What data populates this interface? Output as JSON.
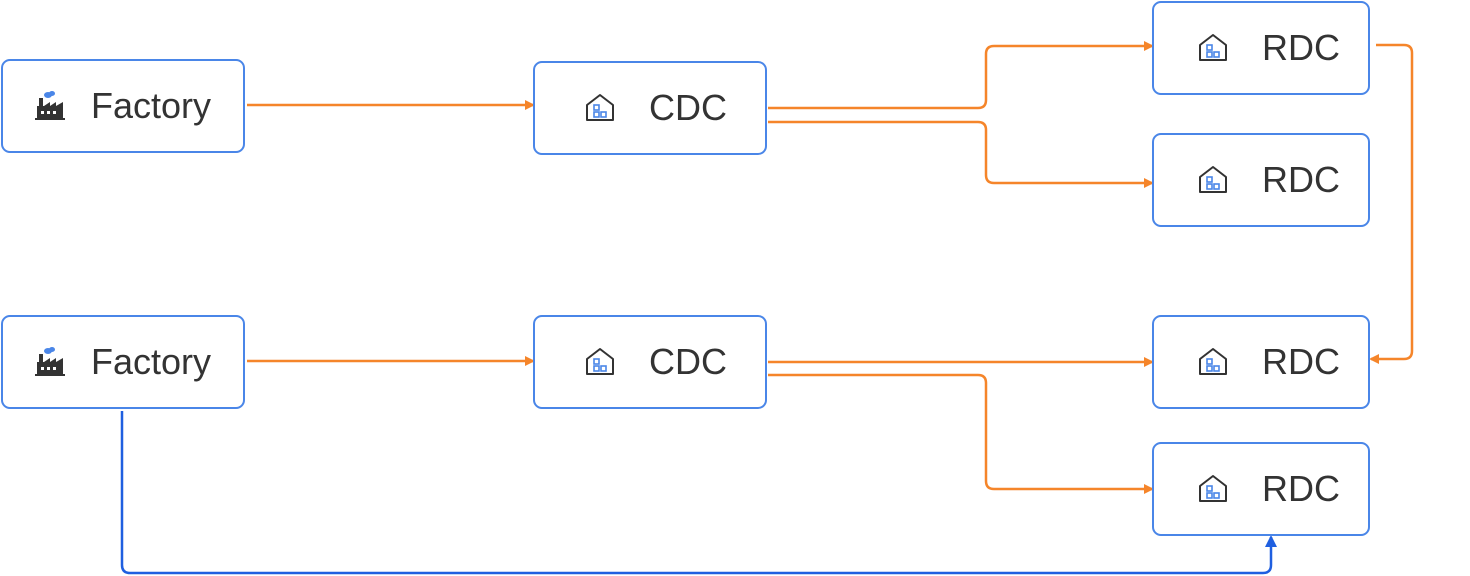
{
  "colors": {
    "node_border": "#4a86e8",
    "flow_primary": "#f5852a",
    "flow_direct": "#1f5fe0",
    "text": "#333333"
  },
  "nodes": {
    "factory_1": {
      "label": "Factory",
      "icon": "factory-icon"
    },
    "factory_2": {
      "label": "Factory",
      "icon": "factory-icon"
    },
    "cdc_1": {
      "label": "CDC",
      "icon": "warehouse-icon"
    },
    "cdc_2": {
      "label": "CDC",
      "icon": "warehouse-icon"
    },
    "rdc_1": {
      "label": "RDC",
      "icon": "warehouse-icon"
    },
    "rdc_2": {
      "label": "RDC",
      "icon": "warehouse-icon"
    },
    "rdc_3": {
      "label": "RDC",
      "icon": "warehouse-icon"
    },
    "rdc_4": {
      "label": "RDC",
      "icon": "warehouse-icon"
    }
  },
  "edges": [
    {
      "from": "factory_1",
      "to": "cdc_1",
      "style": "primary"
    },
    {
      "from": "cdc_1",
      "to": "rdc_1",
      "style": "primary"
    },
    {
      "from": "cdc_1",
      "to": "rdc_2",
      "style": "primary"
    },
    {
      "from": "rdc_1",
      "to": "rdc_3",
      "style": "primary"
    },
    {
      "from": "factory_2",
      "to": "cdc_2",
      "style": "primary"
    },
    {
      "from": "cdc_2",
      "to": "rdc_3",
      "style": "primary"
    },
    {
      "from": "cdc_2",
      "to": "rdc_4",
      "style": "primary"
    },
    {
      "from": "factory_2",
      "to": "rdc_4",
      "style": "direct"
    }
  ]
}
